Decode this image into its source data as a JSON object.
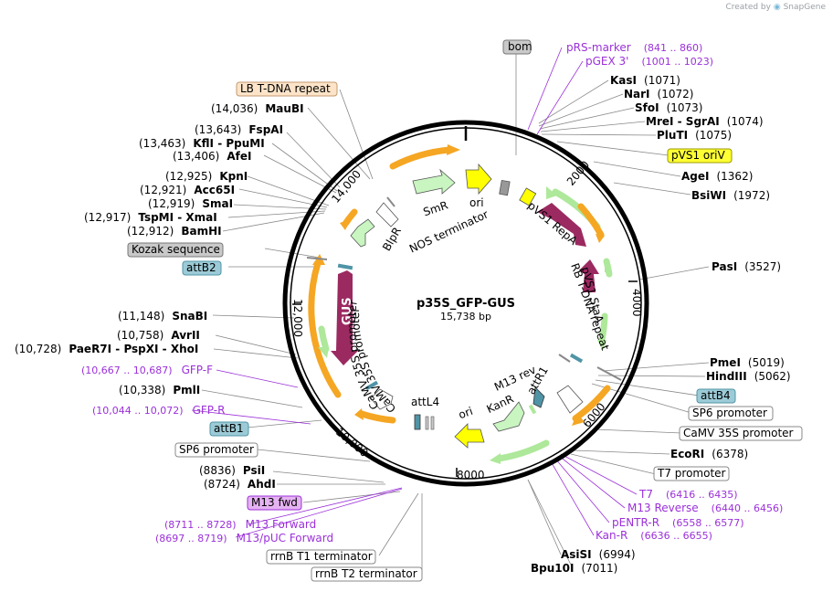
{
  "credit": {
    "prefix": "Created by",
    "brand": "SnapGene"
  },
  "plasmid": {
    "name": "p35S_GFP-GUS",
    "size": "15,738 bp"
  },
  "ticks": [
    "2000",
    "4000",
    "6000",
    "8000",
    "10,000",
    "12,000",
    "14,000"
  ],
  "colors": {
    "backbone": "#000000",
    "orange": "#f5a623",
    "green": "#aee89a",
    "gus": "#9b2a61",
    "ori": "#ffff00",
    "primer": "#9b30d9",
    "grey": "#c9c9c9",
    "teal": "#4f94a6"
  },
  "sites": [
    {
      "name": "MauBI",
      "pos": "(14,036)"
    },
    {
      "name": "FspAI",
      "pos": "(13,643)"
    },
    {
      "name": "KflI  -  PpuMI",
      "pos": "(13,463)"
    },
    {
      "name": "AfeI",
      "pos": "(13,406)"
    },
    {
      "name": "KpnI",
      "pos": "(12,925)"
    },
    {
      "name": "Acc65I",
      "pos": "(12,921)"
    },
    {
      "name": "SmaI",
      "pos": "(12,919)"
    },
    {
      "name": "TspMI  -  XmaI",
      "pos": "(12,917)"
    },
    {
      "name": "BamHI",
      "pos": "(12,912)"
    },
    {
      "name": "SnaBI",
      "pos": "(11,148)"
    },
    {
      "name": "AvrII",
      "pos": "(10,758)"
    },
    {
      "name": "PaeR7I  -  PspXI  -  XhoI",
      "pos": "(10,728)"
    },
    {
      "name": "PmlI",
      "pos": "(10,338)"
    },
    {
      "name": "PsiI",
      "pos": "(8836)"
    },
    {
      "name": "AhdI",
      "pos": "(8724)"
    },
    {
      "name": "KasI",
      "pos": "(1071)"
    },
    {
      "name": "NarI",
      "pos": "(1072)"
    },
    {
      "name": "SfoI",
      "pos": "(1073)"
    },
    {
      "name": "MreI  -  SgrAI",
      "pos": "(1074)"
    },
    {
      "name": "PluTI",
      "pos": "(1075)"
    },
    {
      "name": "AgeI",
      "pos": "(1362)"
    },
    {
      "name": "BsiWI",
      "pos": "(1972)"
    },
    {
      "name": "PasI",
      "pos": "(3527)"
    },
    {
      "name": "PmeI",
      "pos": "(5019)"
    },
    {
      "name": "HindIII",
      "pos": "(5062)"
    },
    {
      "name": "EcoRI",
      "pos": "(6378)"
    },
    {
      "name": "AsiSI",
      "pos": "(6994)"
    },
    {
      "name": "Bpu10I",
      "pos": "(7011)"
    }
  ],
  "primers": [
    {
      "name": "pRS-marker",
      "pos": "(841 .. 860)"
    },
    {
      "name": "pGEX 3'",
      "pos": "(1001 .. 1023)"
    },
    {
      "name": "GFP-F",
      "pos": "(10,667 .. 10,687)"
    },
    {
      "name": "GFP-R",
      "pos": "(10,044 .. 10,072)"
    },
    {
      "name": "M13 Forward",
      "pos": "(8711 .. 8728)"
    },
    {
      "name": "M13/pUC Forward",
      "pos": "(8697 .. 8719)"
    },
    {
      "name": "T7",
      "pos": "(6416 .. 6435)"
    },
    {
      "name": "M13 Reverse",
      "pos": "(6440 .. 6456)"
    },
    {
      "name": "pENTR-R",
      "pos": "(6558 .. 6577)"
    },
    {
      "name": "Kan-R",
      "pos": "(6636 .. 6655)"
    }
  ],
  "boxes": [
    {
      "label": "bom"
    },
    {
      "label": "LB T-DNA repeat"
    },
    {
      "label": "Kozak sequence"
    },
    {
      "label": "attB2"
    },
    {
      "label": "attB1"
    },
    {
      "label": "SP6 promoter"
    },
    {
      "label": "M13 fwd"
    },
    {
      "label": "rrnB T1 terminator"
    },
    {
      "label": "rrnB T2 terminator"
    },
    {
      "label": "pVS1 oriV"
    },
    {
      "label": "attB4"
    },
    {
      "label": "SP6 promoter"
    },
    {
      "label": "CaMV 35S promoter"
    },
    {
      "label": "T7 promoter"
    }
  ],
  "inner": {
    "smr": "SmR",
    "ori_top": "ori",
    "nos": "NOS terminator",
    "bpr": "BlpR",
    "pvs1repa": "pVS1 RepA",
    "pvs1staa": "pVS1 StaA",
    "rb": "RB T-DNA repeat",
    "gus": "GUS",
    "camv": "CaMV 35S promoter",
    "camvson": "CaMV 35S promoter",
    "attl4": "attL4",
    "ori_bot": "ori",
    "m13rev": "M13 rev",
    "kanr": "KanR",
    "attr1": "attR1"
  }
}
